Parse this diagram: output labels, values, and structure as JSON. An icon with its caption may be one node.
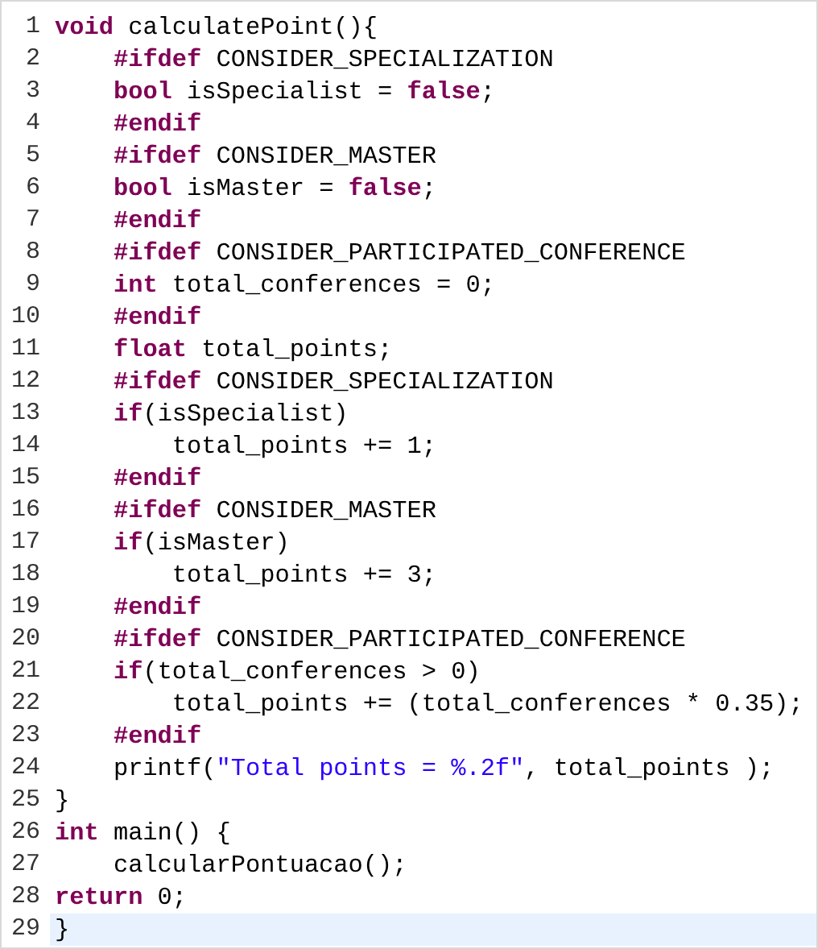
{
  "diagram": {
    "labels": [
      "1",
      "**void** calculatePoint(){",
      "2",
      "    **#ifdef** CONSIDER_SPECIALIZATION",
      "3",
      "    **bool** isSpecialist = **false**;",
      "4",
      "    **#endif**",
      "5",
      "    **#ifdef** CONSIDER_MASTER",
      "6",
      "    **bool** isMaster = **false**;",
      "7",
      "    **#endif**",
      "8",
      "    **#ifdef** CONSIDER_PARTICIPATED_CONFERENCE",
      "9",
      "    **int** total_conferences = 0;",
      "10",
      "    **#endif**",
      "11",
      "    **float** total_points;",
      "12",
      "    **#ifdef** CONSIDER_SPECIALIZATION",
      "13",
      "    **if**(isSpecialist)",
      "14",
      "        total_points += 1;",
      "15",
      "    **#endif**",
      "16",
      "    **#ifdef** CONSIDER_MASTER",
      "17",
      "    **if**(isMaster)",
      "18",
      "        total_points += 3;",
      "19",
      "    **#endif**",
      "20",
      "    **#ifdef** CONSIDER_PARTICIPATED_CONFERENCE",
      "21",
      "    **if**(total_conferences > 0)",
      "22",
      "        total_points += (total_conferences * 0.35);",
      "23",
      "    **#endif**",
      "24",
      "    printf(\"Total points = %.2f\", total_points );",
      "25",
      "}",
      "26",
      "**int** main() {",
      "27",
      "    calcularPontuacao();",
      "28",
      "**return** 0;",
      "29",
      "}"
    ]
  }
}
